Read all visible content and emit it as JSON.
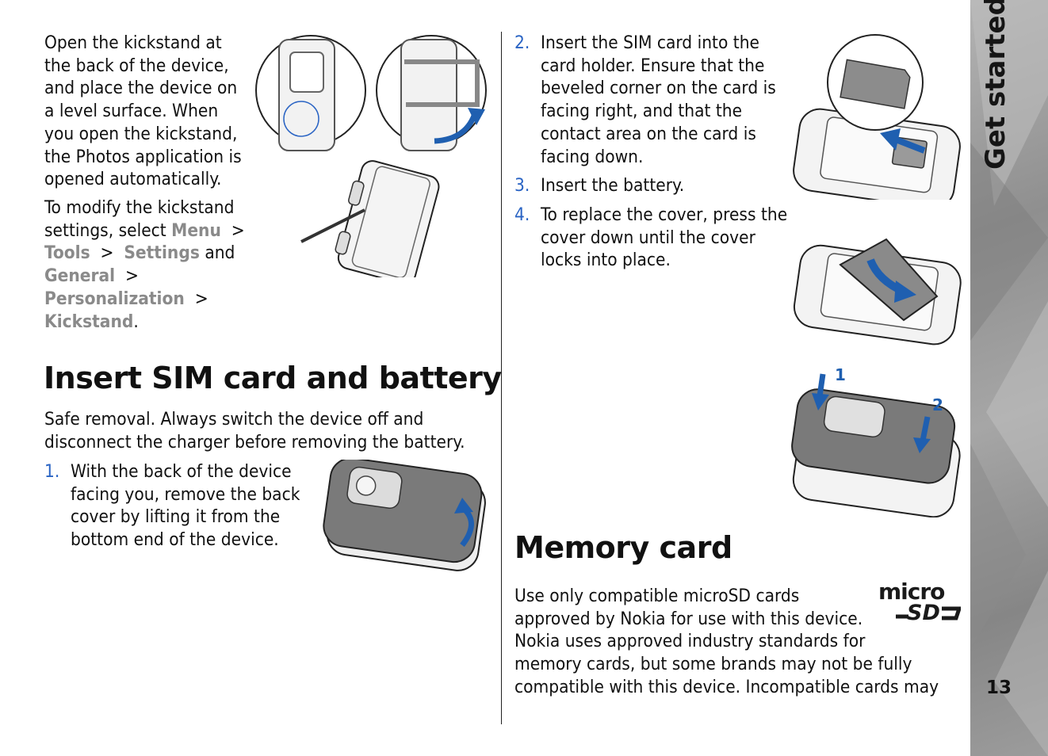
{
  "sidebar": {
    "section_title": "Get started",
    "page_number": "13"
  },
  "kickstand": {
    "para1": "Open the kickstand at the back of the device, and place the device on a level surface. When you open the kickstand, the Photos application is opened automatically.",
    "para2_prefix": "To modify the kickstand settings, select",
    "menu": "Menu",
    "tools": "Tools",
    "settings": "Settings",
    "and": "and",
    "general": "General",
    "personalization": "Personalization",
    "kickstand": "Kickstand",
    "sep": ">",
    "period": "."
  },
  "sim_section": {
    "heading": "Insert SIM card and battery",
    "safe_removal": "Safe removal. Always switch the device off and disconnect the charger before removing the battery.",
    "steps": [
      {
        "num": "1.",
        "text": "With the back of the device facing you, remove the back cover by lifting it from the bottom end of the device."
      },
      {
        "num": "2.",
        "text": "Insert the SIM card into the card holder. Ensure that the beveled corner on the card is facing right, and that the contact area on the card is facing down."
      },
      {
        "num": "3.",
        "text": "Insert the battery."
      },
      {
        "num": "4.",
        "text": "To replace the cover, press the cover down until the cover locks into place."
      }
    ]
  },
  "memory_section": {
    "heading": "Memory card",
    "text_wrapped": "Use only compatible microSD cards approved by Nokia for use with this device. Nokia uses approved industry standards for",
    "text_full": "memory cards, but some brands may not be fully compatible with this device. Incompatible cards may"
  },
  "illustrations": {
    "arrow_label_1": "1",
    "arrow_label_2": "2",
    "logo_micro": "micro",
    "logo_sd": "SD",
    "accent_color": "#1f5fb0"
  }
}
